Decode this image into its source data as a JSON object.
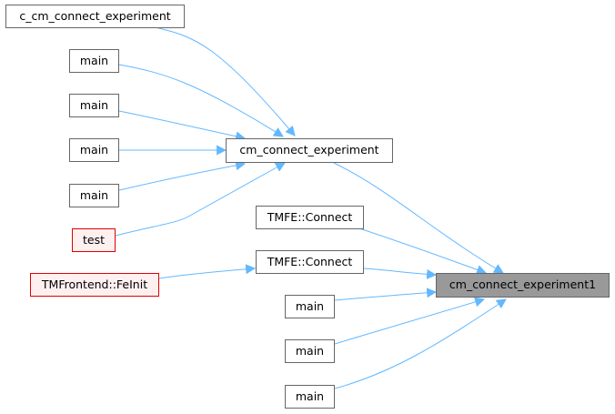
{
  "graph": {
    "edge_color": "#63b8ff",
    "nodes": {
      "c_cm": "c_cm_connect_experiment",
      "main1": "main",
      "main2": "main",
      "main3": "main",
      "main4": "main",
      "test": "test",
      "cm": "cm_connect_experiment",
      "tmfe1": "TMFE::Connect",
      "tmfe2": "TMFE::Connect",
      "tmfrontend": "TMFrontend::FeInit",
      "main5": "main",
      "main6": "main",
      "main7": "main",
      "target": "cm_connect_experiment1"
    }
  }
}
